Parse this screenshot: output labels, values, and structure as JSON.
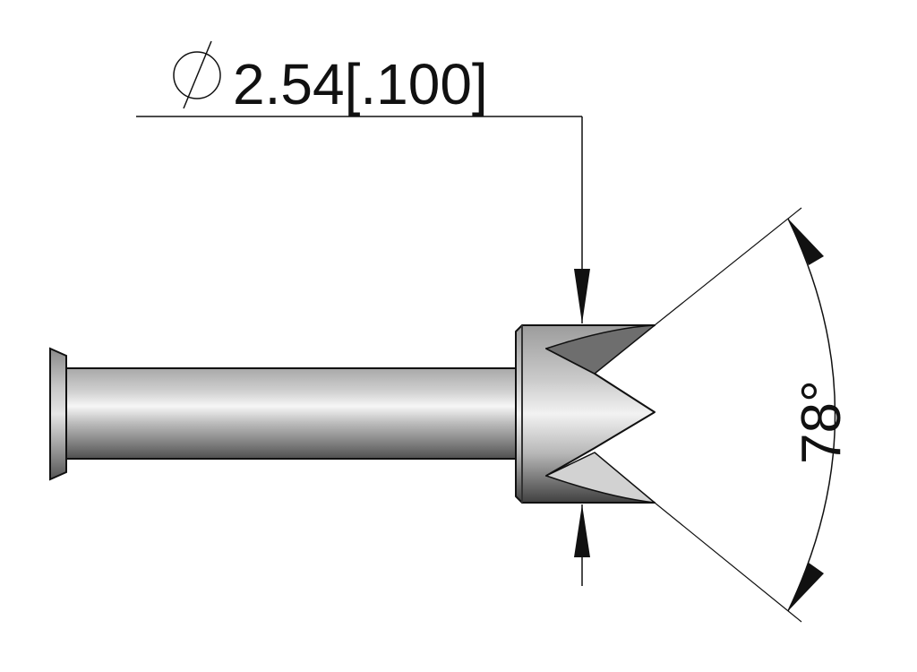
{
  "drawing": {
    "type": "technical-drawing",
    "part": "pin-with-crown-tip",
    "dimensions": {
      "diameter": {
        "symbol": "⌀",
        "value": "2.54",
        "alt_value": "[.100]",
        "label": "2.54[.100]"
      },
      "angle": {
        "value": "78°"
      }
    },
    "colors": {
      "line": "#111111",
      "metal_light": "#f4f4f4",
      "metal_mid": "#b5b5b5",
      "metal_dark": "#5a5a5a",
      "face_dark": "#6e6e6e",
      "face_light": "#d2d2d2"
    }
  }
}
